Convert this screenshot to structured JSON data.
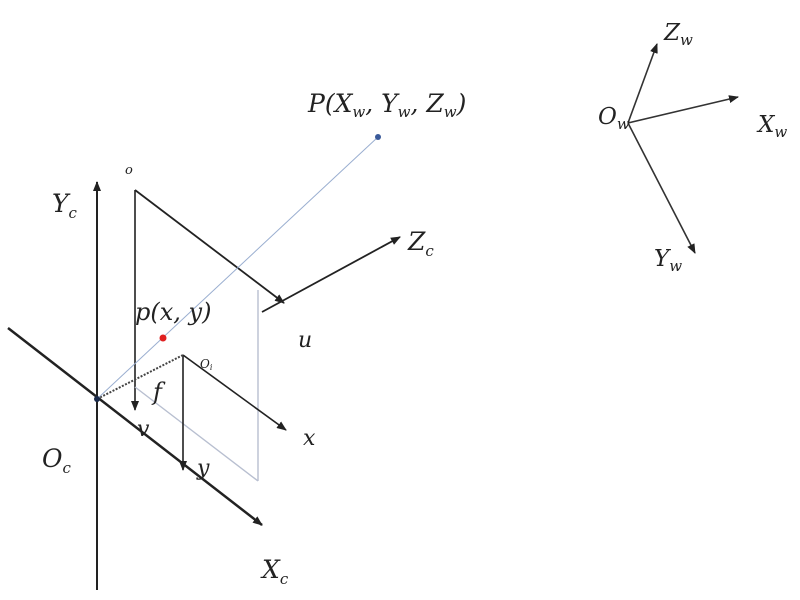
{
  "labels": {
    "P_main": "P(X",
    "P_xw_sub": "w",
    "P_yw": ", Y",
    "P_yw_sub": "w",
    "P_zw": ", Z",
    "P_zw_sub": "w",
    "P_close": ")",
    "O": "o",
    "Yc": "Y",
    "Yc_sub": "c",
    "Zc": "Z",
    "Zc_sub": "c",
    "Xc": "X",
    "Xc_sub": "c",
    "Oc": "O",
    "Oc_sub": "c",
    "p": "p(x, y)",
    "u": "u",
    "v": "v",
    "f": "f",
    "Oi": "O",
    "Oi_sub": "i",
    "x": "x",
    "y": "y",
    "Zw": "Z",
    "Zw_sub": "w",
    "Xw": "X",
    "Xw_sub": "w",
    "Yw": "Y",
    "Yw_sub": "w",
    "Ow": "O",
    "Ow_sub": "w"
  },
  "colors": {
    "line": "#222222",
    "ray": "#9aaed0",
    "point_world": "#3a5a9a",
    "point_image": "#e02020",
    "plane_edge": "#b8bfd0"
  }
}
